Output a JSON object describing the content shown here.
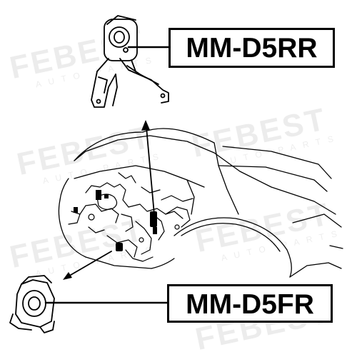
{
  "labels": {
    "rear_mount": "MM-D5RR",
    "front_mount": "MM-D5FR"
  },
  "watermark": {
    "brand": "FEBEST",
    "sub": "AUTO PARTS"
  },
  "colors": {
    "ink": "#000000",
    "background": "#ffffff"
  }
}
